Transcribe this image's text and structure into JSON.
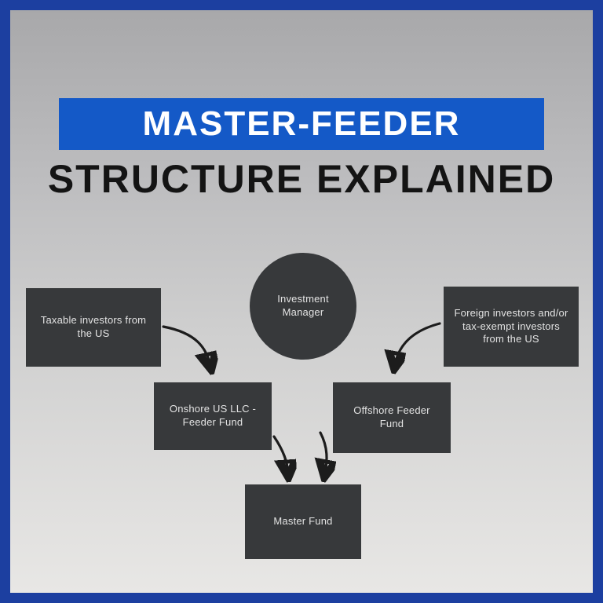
{
  "title": {
    "banner": "MASTER-FEEDER",
    "subtitle": "STRUCTURE EXPLAINED"
  },
  "nodes": {
    "investment_manager": {
      "label": "Investment Manager"
    },
    "taxable_investors": {
      "label": "Taxable investors from the US"
    },
    "foreign_investors": {
      "label": "Foreign investors and/or tax-exempt investors from the US"
    },
    "onshore_feeder": {
      "label": "Onshore US LLC - Feeder Fund"
    },
    "offshore_feeder": {
      "label": "Offshore Feeder Fund"
    },
    "master_fund": {
      "label": "Master Fund"
    }
  },
  "colors": {
    "frame_blue": "#1c3fa0",
    "banner_blue": "#1459c7",
    "node_fill": "#37393b",
    "node_text": "#e3e3e3",
    "banner_text": "#ffffff",
    "subtitle_text": "#141414",
    "arrow": "#1c1c1c"
  }
}
